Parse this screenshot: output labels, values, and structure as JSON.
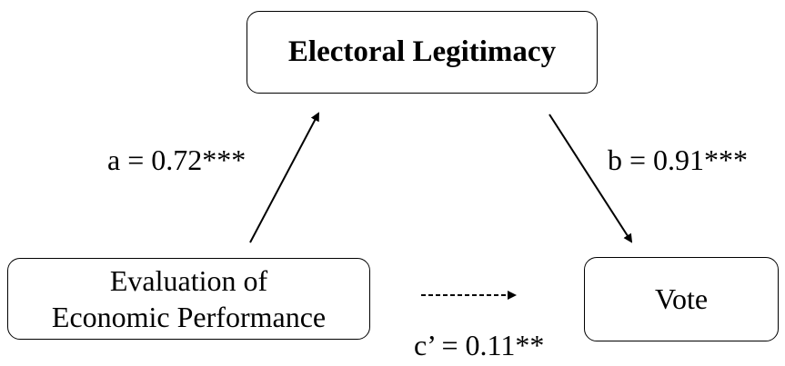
{
  "mediator": {
    "label": "Electoral Legitimacy"
  },
  "independent": {
    "line1": "Evaluation of",
    "line2": "Economic Performance"
  },
  "dependent": {
    "label": "Vote"
  },
  "paths": {
    "a": "a = 0.72***",
    "b": "b = 0.91***",
    "c_prime": "c’ = 0.11**"
  }
}
